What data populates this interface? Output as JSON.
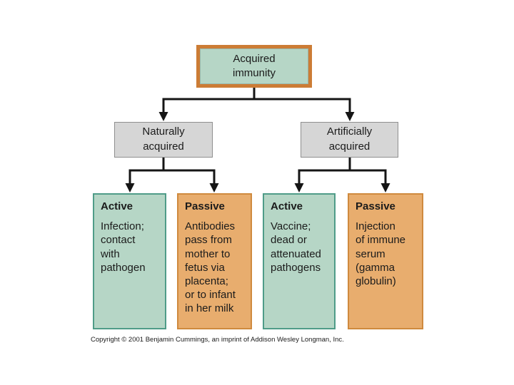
{
  "colors": {
    "teal_fill": "#b6d6c6",
    "teal_border": "#4f9c88",
    "orange_fill": "#e8ad6e",
    "orange_border": "#cf8a3e",
    "root_border": "#cc7c35",
    "gray_fill": "#d6d6d6",
    "gray_border": "#8f8f8f",
    "line": "#151515"
  },
  "diagram": {
    "root": {
      "label": [
        "Acquired",
        "immunity"
      ]
    },
    "branches": [
      {
        "label": [
          "Naturally",
          "acquired"
        ]
      },
      {
        "label": [
          "Artificially",
          "acquired"
        ]
      }
    ],
    "leaves": [
      {
        "variant": "teal",
        "title": "Active",
        "body": [
          "Infection;",
          "contact",
          "with",
          "pathogen"
        ]
      },
      {
        "variant": "orange",
        "title": "Passive",
        "body": [
          "Antibodies",
          "pass from",
          "mother to",
          "fetus via",
          "placenta;",
          "or to infant",
          "in her milk"
        ]
      },
      {
        "variant": "teal",
        "title": "Active",
        "body": [
          "Vaccine;",
          "dead or",
          "attenuated",
          "pathogens"
        ]
      },
      {
        "variant": "orange",
        "title": "Passive",
        "body": [
          "Injection",
          "of immune",
          "serum",
          "(gamma",
          "globulin)"
        ]
      }
    ]
  },
  "footer": {
    "copyright": "Copyright © 2001 Benjamin Cummings, an imprint of Addison Wesley Longman, Inc."
  }
}
